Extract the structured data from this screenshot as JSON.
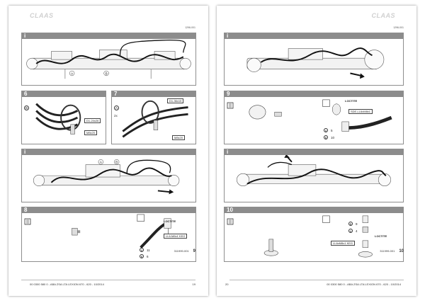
{
  "brand": "CLAAS",
  "left": {
    "doc_id": "1296-001",
    "panels": {
      "p1": {
        "tag": "i",
        "callouts": [
          "A",
          "B"
        ]
      },
      "p6": {
        "tag": "6",
        "side": "B",
        "labels": [
          "D1-24x26",
          "M8x20"
        ]
      },
      "p7": {
        "tag": "7",
        "side": "A",
        "qty": "2x",
        "labels": [
          "D1-36x15",
          "M8x20"
        ]
      },
      "p2": {
        "tag": "i",
        "callouts": [
          "A",
          "B"
        ]
      },
      "p8": {
        "tag": "8",
        "labels": [
          "LOCTITE",
          "LL6-M8x1 KEG"
        ],
        "rows": [
          {
            "c": "A",
            "v": "11"
          },
          {
            "c": "B",
            "v": "6"
          }
        ]
      }
    },
    "fig_code": "311999-001",
    "page_number": "9",
    "footer": "00 0300 580 0 - ABA ZSA LTA LEXION 670 - 620 - 10/2014",
    "footer_page": "19"
  },
  "right": {
    "doc_id": "1296-001",
    "panels": {
      "p1": {
        "tag": "i"
      },
      "p9": {
        "tag": "9",
        "labels": [
          "LOCTITE",
          "SDE-LL6xM8x1"
        ],
        "rows": [
          {
            "c": "A",
            "v": "5"
          },
          {
            "c": "B",
            "v": "10"
          }
        ]
      },
      "p2": {
        "tag": "i"
      },
      "p10": {
        "tag": "10",
        "labels": [
          "LL6xM8x1 KEG",
          "LOCTITE"
        ],
        "rows": [
          {
            "c": "B",
            "v": "9"
          },
          {
            "c": "A",
            "v": "4"
          }
        ]
      }
    },
    "fig_code": "311999-001",
    "page_number": "10",
    "footer_page": "20",
    "footer": "00 0300 580 0 - ABA ZSA LTA LEXION 670 - 620 - 10/2014"
  },
  "icons": [
    "book-icon",
    "hand-icon",
    "bolt-icon",
    "hose-icon",
    "axle-icon"
  ]
}
